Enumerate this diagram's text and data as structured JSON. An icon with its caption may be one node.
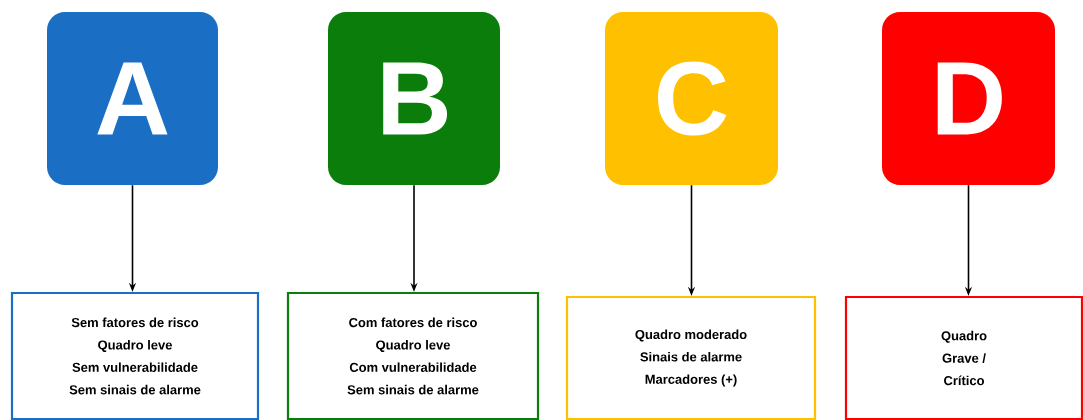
{
  "diagram": {
    "nodes": [
      {
        "text": [
          "A"
        ]
      },
      {
        "text": [
          "B"
        ]
      },
      {
        "text": [
          "C"
        ]
      },
      {
        "text": [
          "D"
        ]
      },
      {
        "text": [
          "Sem fatores de risco",
          "Quadro leve",
          "Sem vulnerabilidade",
          "Sem sinais de alarme"
        ]
      },
      {
        "text": [
          "Com fatores de risco",
          "Quadro leve",
          "Com vulnerabilidade",
          "Sem sinais de alarme"
        ]
      },
      {
        "text": [
          "Quadro moderado",
          "Sinais de alarme",
          "Marcadores (+)"
        ]
      },
      {
        "text": [
          "Quadro",
          "Grave /",
          "Crítico"
        ]
      }
    ],
    "edges": [
      {
        "from": 0,
        "to": 4,
        "arrow": "to"
      },
      {
        "from": 1,
        "to": 5,
        "arrow": "to"
      },
      {
        "from": 2,
        "to": 6,
        "arrow": "to"
      },
      {
        "from": 3,
        "to": 7,
        "arrow": "to"
      }
    ]
  }
}
